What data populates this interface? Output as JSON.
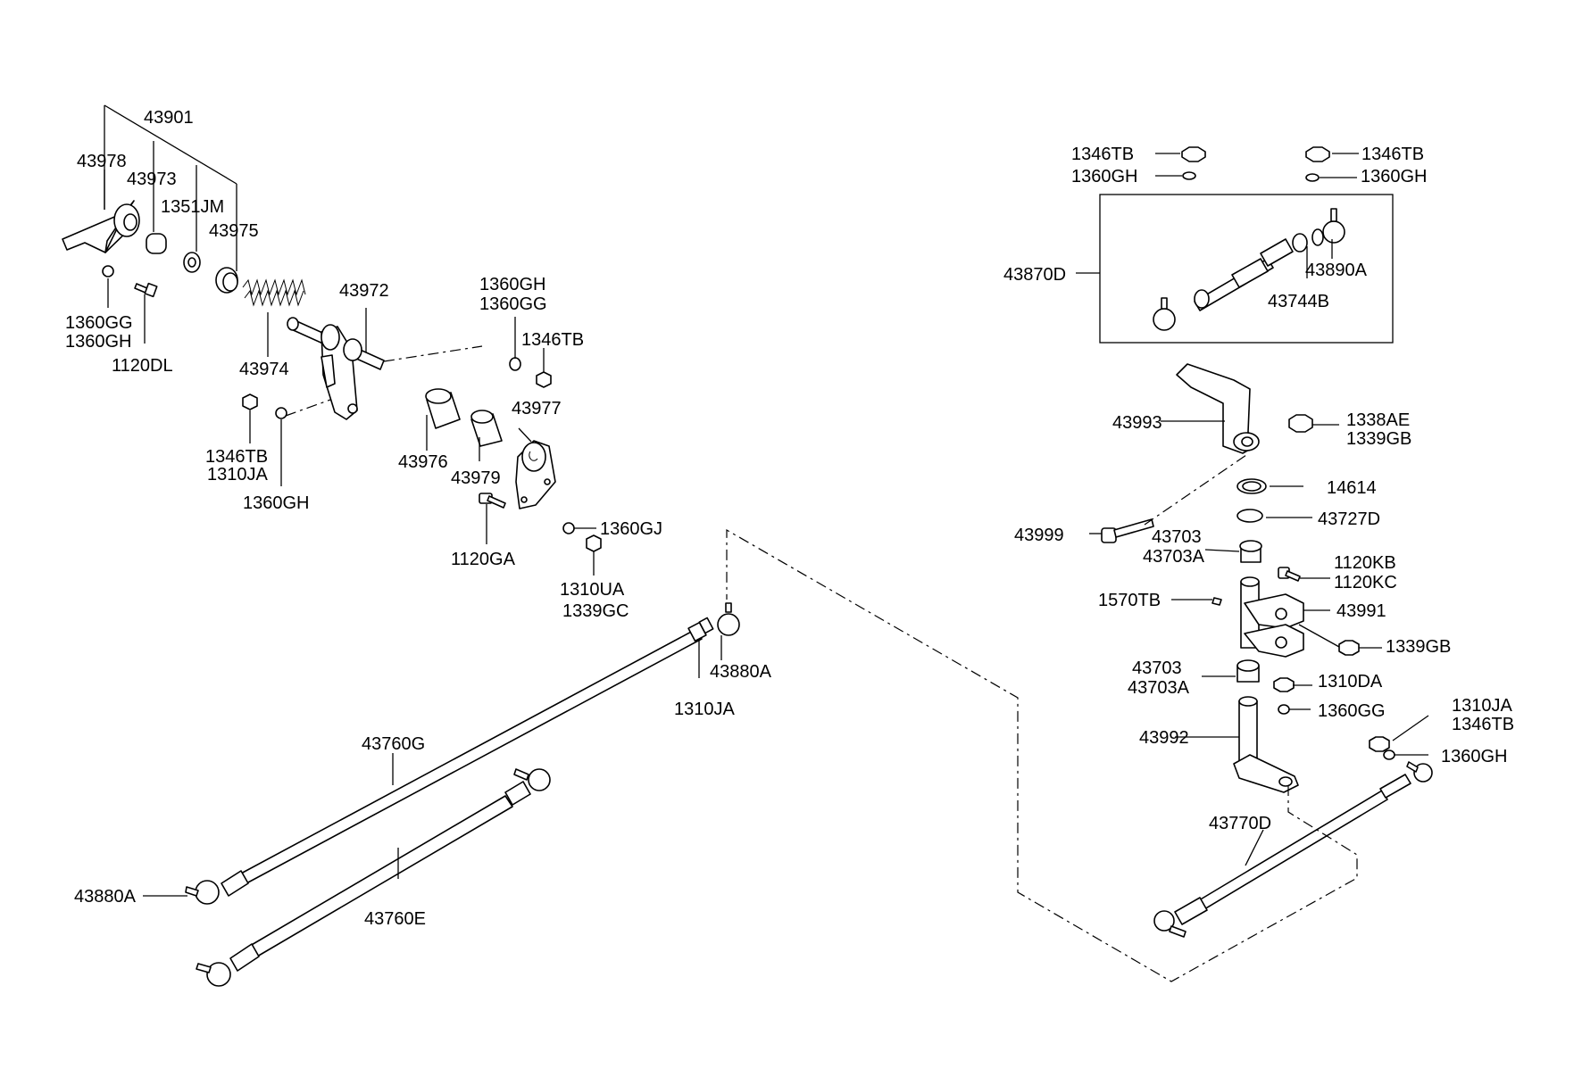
{
  "diagram": {
    "labels": [
      "43901",
      "43978",
      "43973",
      "1351JM",
      "43975",
      "1360GG",
      "1360GH",
      "1120DL",
      "43974",
      "43972",
      "1360GH",
      "1360GG",
      "1346TB",
      "43977",
      "43976",
      "43979",
      "1346TB",
      "1310JA",
      "1360GH",
      "1120GA",
      "1360GJ",
      "1310UA",
      "1339GC",
      "43880A",
      "1310JA",
      "43760G",
      "43760E",
      "43880A",
      "1346TB",
      "1360GH",
      "1346TB",
      "1360GH",
      "43870D",
      "43890A",
      "43744B",
      "43993",
      "1338AE",
      "1339GB",
      "14614",
      "43727D",
      "43999",
      "43703",
      "43703A",
      "1120KB",
      "1120KC",
      "1570TB",
      "43991",
      "1339GB",
      "43703",
      "43703A",
      "1310DA",
      "1360GG",
      "1310JA",
      "1346TB",
      "43992",
      "1360GH",
      "43770D"
    ]
  }
}
